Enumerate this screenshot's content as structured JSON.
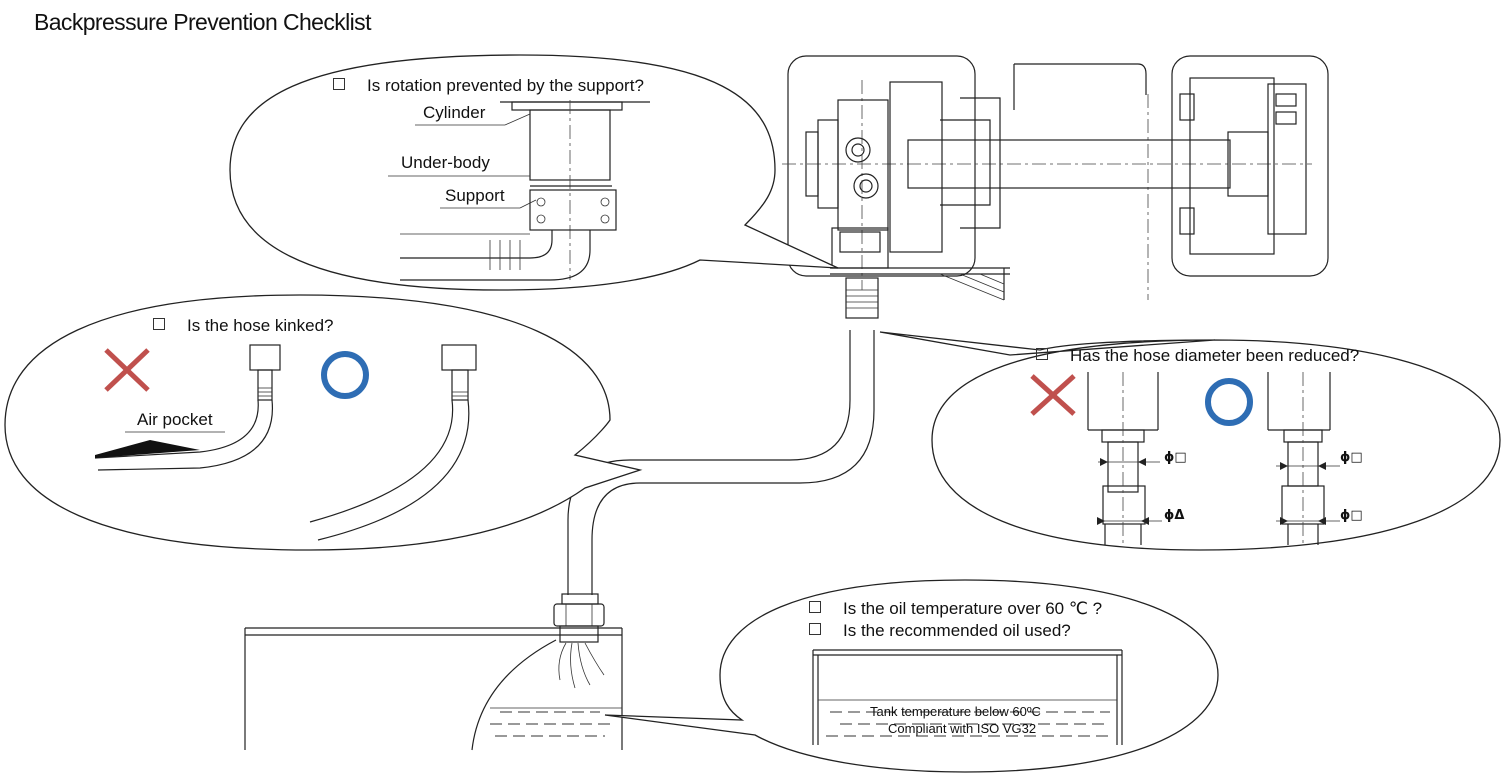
{
  "title": "Backpressure Prevention Checklist",
  "checks": {
    "rotation": "Is rotation prevented by the support?",
    "kinked": "Is the hose kinked?",
    "diameter": "Has the hose diameter been reduced?",
    "oil_temp": "Is the oil temperature over 60 ℃ ?",
    "oil_type": "Is the recommended oil used?"
  },
  "labels": {
    "cylinder": "Cylinder",
    "under_body": "Under-body",
    "support": "Support",
    "air_pocket": "Air pocket",
    "tank_temp": "Tank temperature below 60ºC",
    "iso": "Compliant with ISO VG32"
  },
  "dimensions": {
    "phi_square": "ϕ□",
    "phi_triangle": "ϕΔ"
  },
  "colors": {
    "ng_mark": "#c0504d",
    "ok_mark": "#2e6db4",
    "line": "#222222"
  },
  "icons": {
    "ng": "cross-mark-icon",
    "ok": "circle-ok-icon"
  }
}
